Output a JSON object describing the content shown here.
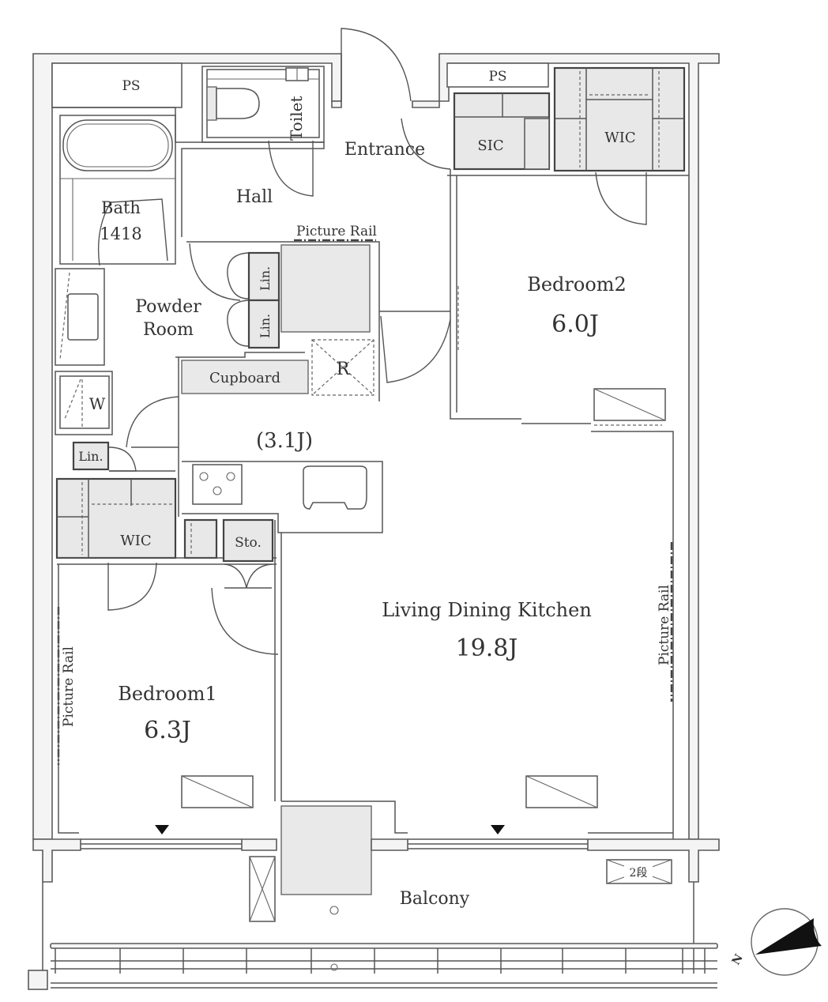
{
  "plan": {
    "rooms": {
      "ps_left": "PS",
      "ps_right": "PS",
      "toilet": "Toilet",
      "entrance": "Entrance",
      "sic": "SIC",
      "wic_top": "WIC",
      "bath": "Bath",
      "bath_size": "1418",
      "hall": "Hall",
      "picture_rail_top": "Picture Rail",
      "powder_room_line1": "Powder",
      "powder_room_line2": "Room",
      "lin_1": "Lin.",
      "lin_2": "Lin.",
      "lin_3": "Lin.",
      "cupboard": "Cupboard",
      "refrigerator": "R",
      "washer": "W",
      "kitchen_size": "(3.1J)",
      "wic_bottom": "WIC",
      "storage": "Sto.",
      "bedroom2": "Bedroom2",
      "bedroom2_size": "6.0J",
      "ldk": "Living Dining Kitchen",
      "ldk_size": "19.8J",
      "picture_rail_right": "Picture Rail",
      "bedroom1": "Bedroom1",
      "bedroom1_size": "6.3J",
      "picture_rail_left": "Picture Rail",
      "balcony": "Balcony",
      "step": "2段"
    },
    "compass": {
      "label": "N",
      "icon": "north-arrow-icon"
    },
    "colors": {
      "wall_fill": "#f4f4f4",
      "line": "#555555",
      "storage_fill": "#e8e8e8",
      "text": "#333333"
    }
  }
}
